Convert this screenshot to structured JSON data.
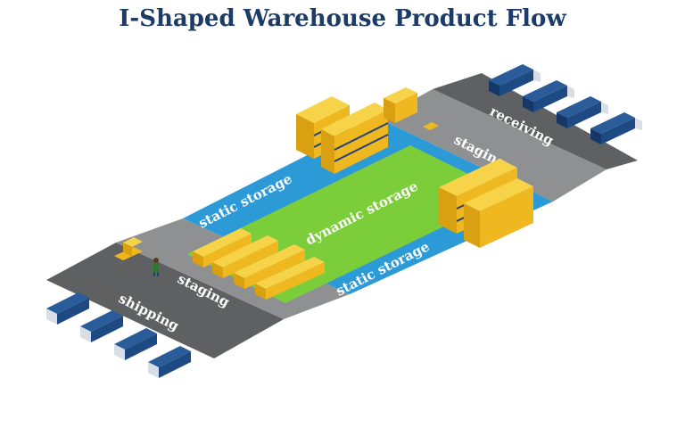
{
  "title": "I-Shaped Warehouse Product Flow",
  "zones": {
    "receiving": "receiving",
    "staging_top": "staging",
    "static_storage_left": "static storage",
    "dynamic_storage": "dynamic storage",
    "static_storage_right": "static storage",
    "staging_bottom": "staging",
    "shipping": "shipping"
  },
  "colors": {
    "title": "#1c3b66",
    "dock_dark": "#5f6062",
    "staging_gray": "#8f9092",
    "static_blue": "#2d9ad8",
    "dynamic_green": "#7ccd3a",
    "rack_yellow": "#f0b820",
    "rack_blue": "#22437a",
    "truck_blue": "#1e4a84"
  },
  "icons": {
    "truck": "truck-icon",
    "rack": "pallet-rack-icon",
    "worker": "worker-icon",
    "pallet": "pallet-icon"
  }
}
